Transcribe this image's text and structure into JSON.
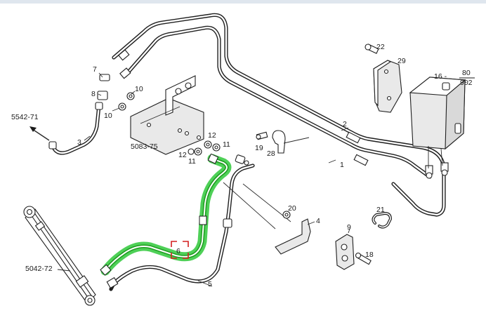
{
  "diagram": {
    "highlight_color": "#2fc83a",
    "callout_color": "#d42020",
    "callout_label": "6",
    "labels": {
      "p1": "1",
      "p2": "2",
      "p3": "3",
      "p4": "4",
      "p5": "5",
      "p7": "7",
      "p8": "8",
      "p9": "9",
      "p10a": "10",
      "p10b": "10",
      "p11a": "11",
      "p11b": "11",
      "p12a": "12",
      "p12b": "12",
      "p18": "18",
      "p19": "19",
      "p20": "20",
      "p21": "21",
      "p22": "22",
      "p28": "28",
      "p29": "29",
      "p16_num": "16 -",
      "p16_frac_top": "80",
      "p16_frac_bottom": "902",
      "ref_5542_71": "5542-71",
      "ref_5083_75": "5083-75",
      "ref_5042_72": "5042-72"
    }
  }
}
